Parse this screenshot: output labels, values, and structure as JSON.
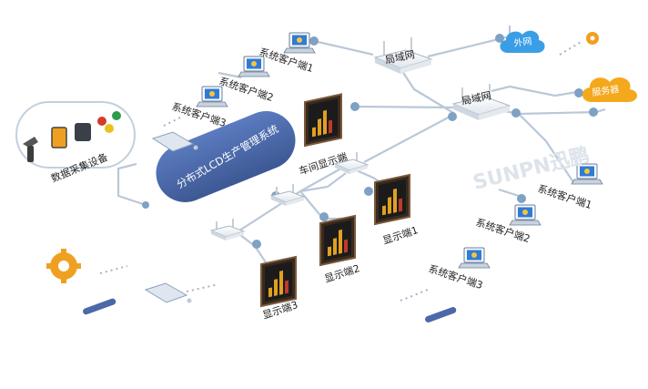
{
  "labels": {
    "data_collection": "数据采集设备",
    "system": "分布式LCD生产管理系统",
    "client_top_1": "系统客户端1",
    "client_top_2": "系统客户端2",
    "client_top_3": "系统客户端3",
    "lan_top": "局域网",
    "lan_mid": "局域网",
    "wan": "外网",
    "server": "服务器",
    "workshop_display": "车间显示端",
    "display_1": "显示端1",
    "display_2": "显示端2",
    "display_3": "显示端3",
    "client_right_1": "系统客户端1",
    "client_right_2": "系统客户端2",
    "client_right_3": "系统客户端3",
    "watermark": "SUNPN迅鹏"
  },
  "colors": {
    "line": "#b8c7d6",
    "node": "#7fa1c4",
    "system_pill": "#4b68a8",
    "cloud_blue": "#3a9ee6",
    "cloud_orange": "#f4a81c",
    "gear": "#f0a020"
  }
}
